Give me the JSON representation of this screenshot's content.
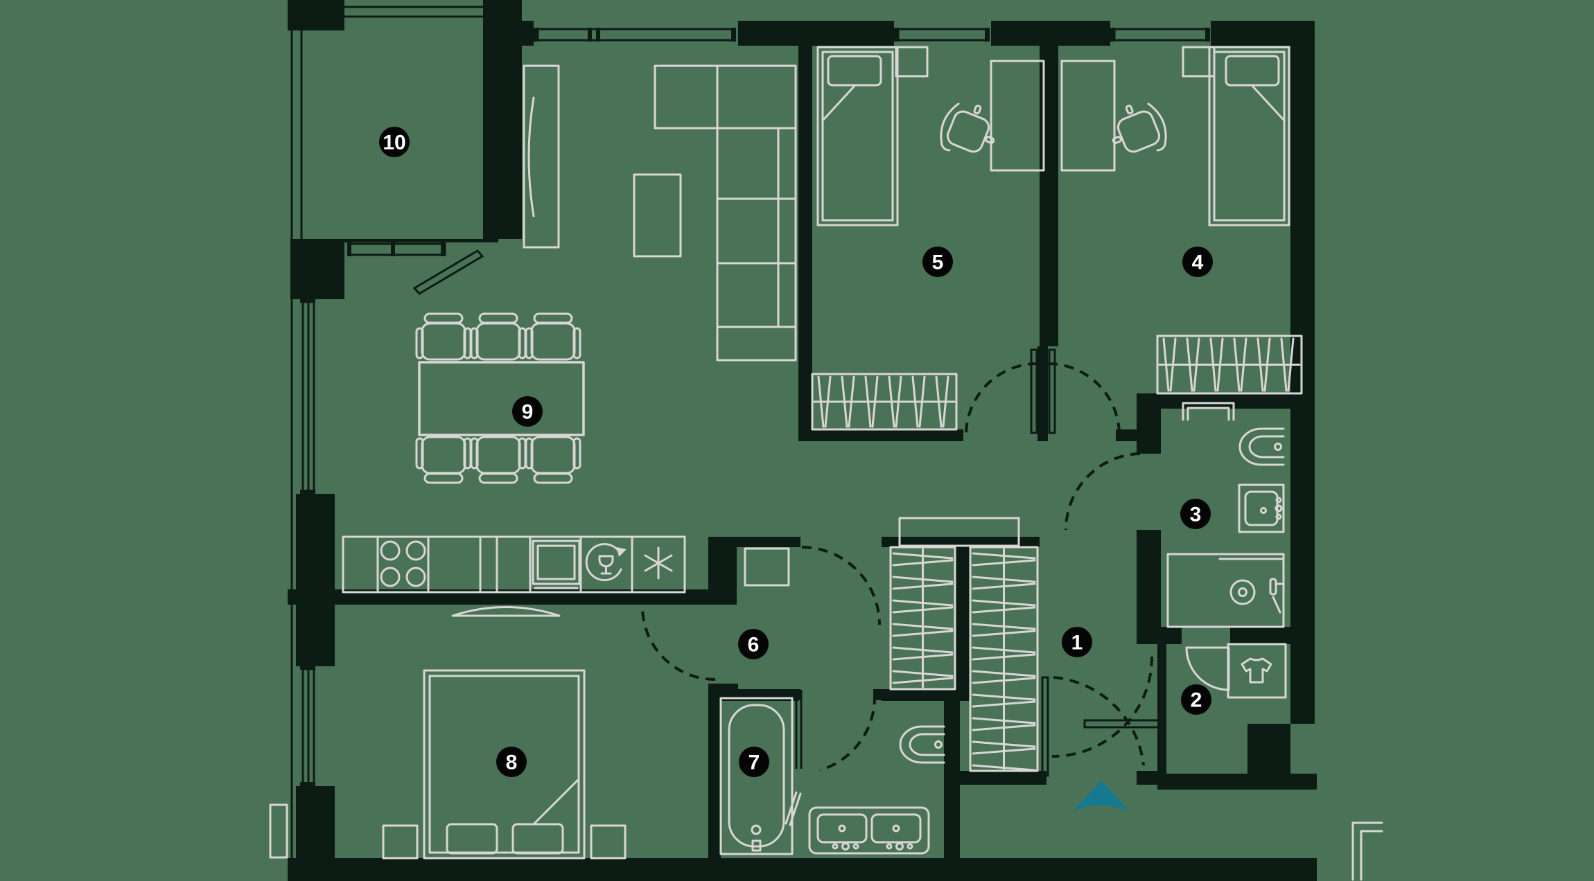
{
  "app": {
    "type": "apartment-floor-plan",
    "title": ""
  },
  "colors": {
    "background": "#4a7257",
    "wall": "#0c1c14",
    "furniture_line": "#d8d7d3",
    "badge_fill": "#050505",
    "badge_text": "#ffffff",
    "entrance_arrow": "#15798f"
  },
  "rooms": [
    {
      "number": "1"
    },
    {
      "number": "2"
    },
    {
      "number": "3"
    },
    {
      "number": "4"
    },
    {
      "number": "5"
    },
    {
      "number": "6"
    },
    {
      "number": "7"
    },
    {
      "number": "8"
    },
    {
      "number": "9"
    },
    {
      "number": "10"
    }
  ],
  "entrance": {
    "marker": "direction-arrow-up"
  },
  "symbols": {
    "wardrobe": "hatched-rectangle",
    "kitchen_dishwasher": "wine-glass-cycle",
    "kitchen_freezer": "asterisk",
    "closet": "t-shirt",
    "cooktop": "four-burners"
  }
}
